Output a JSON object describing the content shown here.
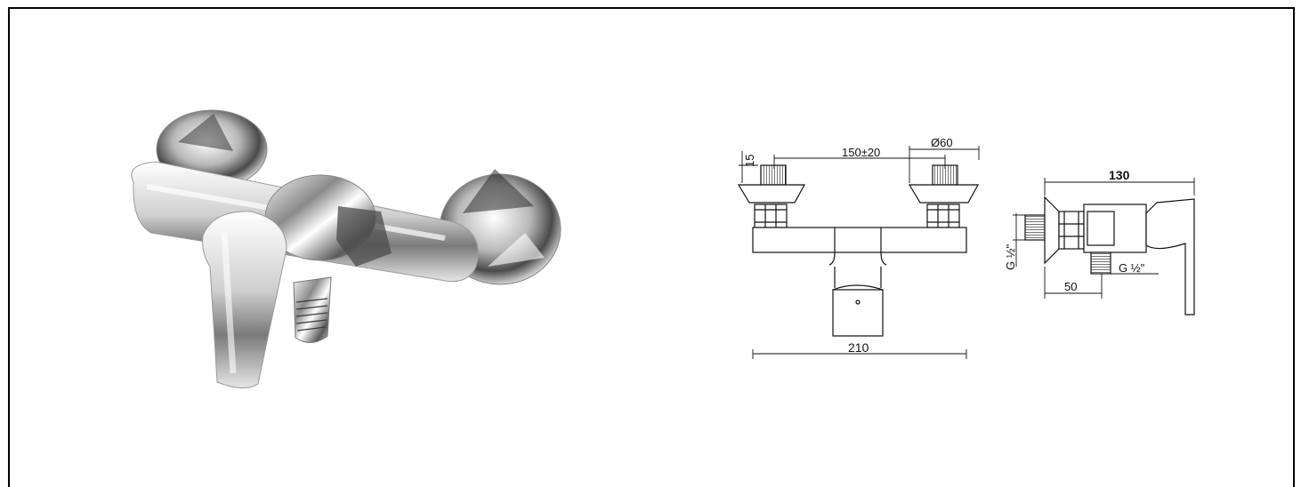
{
  "front_view": {
    "dim_center_distance": "150±20",
    "dim_flange_diameter": "Ø60",
    "dim_thread_length": "15",
    "dim_total_width": "210"
  },
  "side_view": {
    "dim_depth": "130",
    "dim_inlet_thread": "G ½\"",
    "dim_outlet_thread": "G ½\"",
    "dim_outlet_offset": "50"
  },
  "icons": {
    "product_photo": "shower-mixer-photo-icon"
  }
}
